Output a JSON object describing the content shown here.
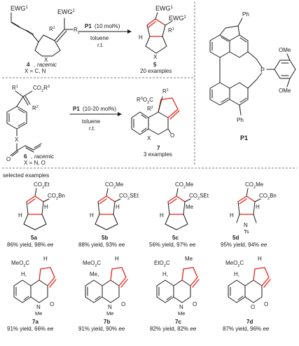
{
  "scheme": {
    "top_reaction": {
      "catalyst": "P1",
      "loading": "(10 mol%)",
      "solvent": "toluene",
      "temp": "r.t.",
      "sm_number": "4",
      "sm_note": "racemic",
      "sm_x": "X = C, N",
      "product_number": "5",
      "product_note": "20 examples",
      "labels": {
        "ewg1": "EWG",
        "ewg1_sup": "1",
        "ewg2": "EWG",
        "ewg2_sup": "2",
        "r1": "R",
        "r1_sup": "1",
        "x": "X",
        "h": "H"
      }
    },
    "bottom_reaction": {
      "catalyst": "P1",
      "loading": "(10-20 mol%)",
      "solvent": "toluene",
      "temp": "r.t.",
      "sm_number": "6",
      "sm_note": "racemic",
      "sm_x": "X = N, O",
      "product_number": "7",
      "product_note": "3 examples",
      "labels": {
        "r1": "R",
        "r1_sup": "1",
        "r2": "R",
        "r2_sup": "2",
        "co2r3": "CO",
        "co2r3_sub": "2",
        "r3": "R",
        "r3_sup": "3",
        "x": "X",
        "o": "O"
      }
    },
    "catalyst_structure": {
      "label": "P1",
      "ph": "Ph",
      "p": "P",
      "ome": "OMe"
    },
    "selected_heading": "selected examples",
    "examples": [
      {
        "id": "5a",
        "result": "86% yield, 98% ",
        "ee": "ee",
        "sub1": "CO",
        "sub1_s": "2",
        "sub1_e": "Et",
        "sub2": "CO",
        "sub2_s": "2",
        "sub2_e": "Bn",
        "h": "H"
      },
      {
        "id": "5b",
        "result": "88% yield, 93% ",
        "ee": "ee",
        "sub1": "CO",
        "sub1_s": "2",
        "sub1_e": "Me",
        "sub2": "CO",
        "sub2_s": "2",
        "sub2_e": "SEt",
        "h": "H"
      },
      {
        "id": "5c",
        "result": "56% yield, 97% ",
        "ee": "ee",
        "sub1": "CO",
        "sub1_s": "2",
        "sub1_e": "Me",
        "sub2": "CO",
        "sub2_s": "2",
        "sub2_e": "SEt",
        "h": "Me"
      },
      {
        "id": "5d",
        "result": "95% yield, 94% ",
        "ee": "ee",
        "sub1": "CO",
        "sub1_s": "2",
        "sub1_e": "Me",
        "sub2": "CO",
        "sub2_s": "2",
        "sub2_e": "Bn",
        "h": "H",
        "n": "N",
        "ts": "Ts"
      },
      {
        "id": "7a",
        "result": "91% yield, 66% ",
        "ee": "ee",
        "ester": "MeO",
        "ester_s": "2",
        "ester_c": "C",
        "r": "H",
        "r1": "H",
        "x": "N",
        "x_sub": "Me",
        "o": "O"
      },
      {
        "id": "7b",
        "result": "91% yield, 90% ",
        "ee": "ee",
        "ester": "MeO",
        "ester_s": "2",
        "ester_c": "C",
        "r": "H",
        "r1": "Me",
        "x": "N",
        "x_sub": "Me",
        "o": "O"
      },
      {
        "id": "7c",
        "result": "82% yield, 82% ",
        "ee": "ee",
        "ester": "EtO",
        "ester_s": "2",
        "ester_c": "C",
        "r": "Me",
        "r1": "H",
        "x": "N",
        "x_sub": "Me",
        "o": "O"
      },
      {
        "id": "7d",
        "result": "87% yield, 96% ",
        "ee": "ee",
        "ester": "MeO",
        "ester_s": "2",
        "ester_c": "C",
        "r": "H",
        "r1": "H",
        "x": "O",
        "x_sub": "",
        "o": "O"
      }
    ]
  }
}
